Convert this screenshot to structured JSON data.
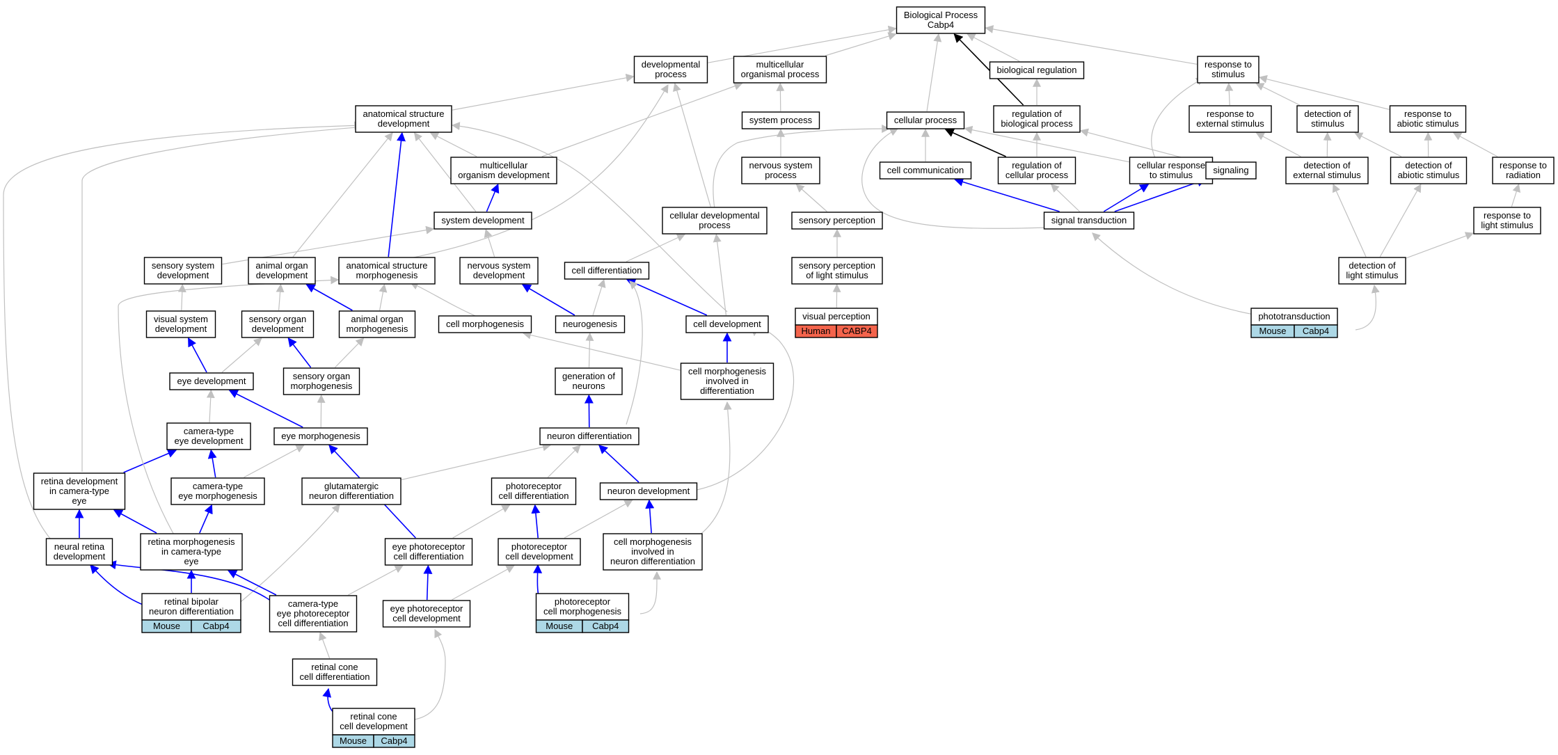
{
  "title": "Biological Process Cabp4",
  "colors": {
    "gray_edge": "#c0c0c0",
    "blue_edge": "#0000ff",
    "black_edge": "#000000",
    "mouse_fill": "#add8e6",
    "human_fill": "#f4644c"
  },
  "nodes": [
    {
      "id": "bp",
      "lines": [
        "Biological Process",
        "Cabp4"
      ]
    },
    {
      "id": "dev_proc",
      "lines": [
        "developmental",
        "process"
      ]
    },
    {
      "id": "multi_org",
      "lines": [
        "multicellular",
        "organismal process"
      ]
    },
    {
      "id": "bio_reg",
      "lines": [
        "biological regulation"
      ]
    },
    {
      "id": "resp_stim",
      "lines": [
        "response to",
        "stimulus"
      ]
    },
    {
      "id": "anat_dev",
      "lines": [
        "anatomical structure",
        "development"
      ]
    },
    {
      "id": "sys_proc",
      "lines": [
        "system process"
      ]
    },
    {
      "id": "cell_proc",
      "lines": [
        "cellular process"
      ]
    },
    {
      "id": "reg_bio",
      "lines": [
        "regulation of",
        "biological process"
      ]
    },
    {
      "id": "resp_ext",
      "lines": [
        "response to",
        "external stimulus"
      ]
    },
    {
      "id": "det_stim",
      "lines": [
        "detection of",
        "stimulus"
      ]
    },
    {
      "id": "resp_abio",
      "lines": [
        "response to",
        "abiotic stimulus"
      ]
    },
    {
      "id": "multi_dev",
      "lines": [
        "multicellular",
        "organism development"
      ]
    },
    {
      "id": "ns_proc",
      "lines": [
        "nervous system",
        "process"
      ]
    },
    {
      "id": "cell_comm",
      "lines": [
        "cell communication"
      ]
    },
    {
      "id": "reg_cell",
      "lines": [
        "regulation of",
        "cellular process"
      ]
    },
    {
      "id": "cell_resp",
      "lines": [
        "cellular response",
        "to stimulus"
      ]
    },
    {
      "id": "signaling",
      "lines": [
        "signaling"
      ]
    },
    {
      "id": "det_ext",
      "lines": [
        "detection of",
        "external stimulus"
      ]
    },
    {
      "id": "det_abio",
      "lines": [
        "detection of",
        "abiotic stimulus"
      ]
    },
    {
      "id": "resp_rad",
      "lines": [
        "response to",
        "radiation"
      ]
    },
    {
      "id": "sys_dev",
      "lines": [
        "system development"
      ]
    },
    {
      "id": "cell_dev_proc",
      "lines": [
        "cellular developmental",
        "process"
      ]
    },
    {
      "id": "sens_perc",
      "lines": [
        "sensory perception"
      ]
    },
    {
      "id": "sig_trans",
      "lines": [
        "signal transduction"
      ]
    },
    {
      "id": "resp_light",
      "lines": [
        "response to",
        "light stimulus"
      ]
    },
    {
      "id": "sens_sys_dev",
      "lines": [
        "sensory system",
        "development"
      ]
    },
    {
      "id": "animal_organ_dev",
      "lines": [
        "animal organ",
        "development"
      ]
    },
    {
      "id": "anat_morph",
      "lines": [
        "anatomical structure",
        "morphogenesis"
      ]
    },
    {
      "id": "ns_dev",
      "lines": [
        "nervous system",
        "development"
      ]
    },
    {
      "id": "cell_diff",
      "lines": [
        "cell differentiation"
      ]
    },
    {
      "id": "sens_perc_light",
      "lines": [
        "sensory perception",
        "of light stimulus"
      ]
    },
    {
      "id": "det_light",
      "lines": [
        "detection of",
        "light stimulus"
      ]
    },
    {
      "id": "vis_perc",
      "lines": [
        "visual perception"
      ],
      "annot": [
        "Human",
        "CABP4"
      ],
      "annot_color": "human"
    },
    {
      "id": "photo_trans",
      "lines": [
        "phototransduction"
      ],
      "annot": [
        "Mouse",
        "Cabp4"
      ],
      "annot_color": "mouse"
    },
    {
      "id": "vis_sys_dev",
      "lines": [
        "visual system",
        "development"
      ]
    },
    {
      "id": "sens_organ_dev",
      "lines": [
        "sensory organ",
        "development"
      ]
    },
    {
      "id": "animal_organ_morph",
      "lines": [
        "animal organ",
        "morphogenesis"
      ]
    },
    {
      "id": "cell_morph",
      "lines": [
        "cell morphogenesis"
      ]
    },
    {
      "id": "neurogenesis",
      "lines": [
        "neurogenesis"
      ]
    },
    {
      "id": "cell_dev",
      "lines": [
        "cell development"
      ]
    },
    {
      "id": "eye_dev",
      "lines": [
        "eye development"
      ]
    },
    {
      "id": "sens_organ_morph",
      "lines": [
        "sensory organ",
        "morphogenesis"
      ]
    },
    {
      "id": "gen_neurons",
      "lines": [
        "generation of",
        "neurons"
      ]
    },
    {
      "id": "cm_inv_diff",
      "lines": [
        "cell morphogenesis",
        "involved in",
        "differentiation"
      ]
    },
    {
      "id": "cam_eye_dev",
      "lines": [
        "camera-type",
        "eye development"
      ]
    },
    {
      "id": "eye_morph",
      "lines": [
        "eye morphogenesis"
      ]
    },
    {
      "id": "neuron_diff",
      "lines": [
        "neuron differentiation"
      ]
    },
    {
      "id": "retina_dev",
      "lines": [
        "retina development",
        "in camera-type",
        "eye"
      ]
    },
    {
      "id": "cam_eye_morph",
      "lines": [
        "camera-type",
        "eye morphogenesis"
      ]
    },
    {
      "id": "glut_diff",
      "lines": [
        "glutamatergic",
        "neuron differentiation"
      ]
    },
    {
      "id": "photo_diff",
      "lines": [
        "photoreceptor",
        "cell differentiation"
      ]
    },
    {
      "id": "neuron_dev",
      "lines": [
        "neuron development"
      ]
    },
    {
      "id": "neural_retina_dev",
      "lines": [
        "neural retina",
        "development"
      ]
    },
    {
      "id": "retina_morph",
      "lines": [
        "retina morphogenesis",
        "in camera-type",
        "eye"
      ]
    },
    {
      "id": "eye_photo_diff",
      "lines": [
        "eye photoreceptor",
        "cell differentiation"
      ]
    },
    {
      "id": "photo_cell_dev",
      "lines": [
        "photoreceptor",
        "cell development"
      ]
    },
    {
      "id": "cm_neuron_diff",
      "lines": [
        "cell morphogenesis",
        "involved in",
        "neuron differentiation"
      ]
    },
    {
      "id": "ret_bipolar",
      "lines": [
        "retinal bipolar",
        "neuron differentiation"
      ],
      "annot": [
        "Mouse",
        "Cabp4"
      ],
      "annot_color": "mouse"
    },
    {
      "id": "cam_eye_photo_diff",
      "lines": [
        "camera-type",
        "eye photoreceptor",
        "cell differentiation"
      ]
    },
    {
      "id": "eye_photo_dev",
      "lines": [
        "eye photoreceptor",
        "cell development"
      ]
    },
    {
      "id": "photo_cell_morph",
      "lines": [
        "photoreceptor",
        "cell morphogenesis"
      ],
      "annot": [
        "Mouse",
        "Cabp4"
      ],
      "annot_color": "mouse"
    },
    {
      "id": "ret_cone_diff",
      "lines": [
        "retinal cone",
        "cell differentiation"
      ]
    },
    {
      "id": "ret_cone_dev",
      "lines": [
        "retinal cone",
        "cell development"
      ],
      "annot": [
        "Mouse",
        "Cabp4"
      ],
      "annot_color": "mouse"
    }
  ],
  "edges": [
    {
      "from": "dev_proc",
      "to": "bp",
      "type": "is_a"
    },
    {
      "from": "multi_org",
      "to": "bp",
      "type": "is_a"
    },
    {
      "from": "bio_reg",
      "to": "bp",
      "type": "is_a"
    },
    {
      "from": "resp_stim",
      "to": "bp",
      "type": "is_a"
    },
    {
      "from": "cell_proc",
      "to": "bp",
      "type": "is_a"
    },
    {
      "from": "reg_bio",
      "to": "bp",
      "type": "regulates"
    },
    {
      "from": "anat_dev",
      "to": "dev_proc",
      "type": "is_a"
    },
    {
      "from": "sys_proc",
      "to": "multi_org",
      "type": "is_a"
    },
    {
      "from": "reg_bio",
      "to": "bio_reg",
      "type": "is_a"
    },
    {
      "from": "resp_ext",
      "to": "resp_stim",
      "type": "is_a"
    },
    {
      "from": "det_stim",
      "to": "resp_stim",
      "type": "is_a"
    },
    {
      "from": "resp_abio",
      "to": "resp_stim",
      "type": "is_a"
    },
    {
      "from": "cell_resp",
      "to": "resp_stim",
      "type": "is_a"
    },
    {
      "from": "multi_dev",
      "to": "anat_dev",
      "type": "is_a"
    },
    {
      "from": "multi_dev",
      "to": "multi_org",
      "type": "is_a"
    },
    {
      "from": "ns_proc",
      "to": "sys_proc",
      "type": "is_a"
    },
    {
      "from": "cell_comm",
      "to": "cell_proc",
      "type": "is_a"
    },
    {
      "from": "reg_cell",
      "to": "cell_proc",
      "type": "regulates"
    },
    {
      "from": "reg_cell",
      "to": "reg_bio",
      "type": "is_a"
    },
    {
      "from": "cell_resp",
      "to": "cell_proc",
      "type": "is_a"
    },
    {
      "from": "signaling",
      "to": "reg_bio",
      "type": "is_a"
    },
    {
      "from": "det_ext",
      "to": "resp_ext",
      "type": "is_a"
    },
    {
      "from": "det_ext",
      "to": "det_stim",
      "type": "is_a"
    },
    {
      "from": "det_abio",
      "to": "det_stim",
      "type": "is_a"
    },
    {
      "from": "det_abio",
      "to": "resp_abio",
      "type": "is_a"
    },
    {
      "from": "resp_rad",
      "to": "resp_abio",
      "type": "is_a"
    },
    {
      "from": "sys_dev",
      "to": "multi_dev",
      "type": "part_of"
    },
    {
      "from": "sys_dev",
      "to": "anat_dev",
      "type": "is_a"
    },
    {
      "from": "cell_dev_proc",
      "to": "dev_proc",
      "type": "is_a"
    },
    {
      "from": "cell_dev_proc",
      "to": "cell_proc",
      "type": "is_a"
    },
    {
      "from": "sens_perc",
      "to": "ns_proc",
      "type": "is_a"
    },
    {
      "from": "sig_trans",
      "to": "cell_comm",
      "type": "part_of"
    },
    {
      "from": "sig_trans",
      "to": "reg_cell",
      "type": "is_a"
    },
    {
      "from": "sig_trans",
      "to": "cell_resp",
      "type": "part_of"
    },
    {
      "from": "sig_trans",
      "to": "signaling",
      "type": "part_of"
    },
    {
      "from": "sig_trans",
      "to": "cell_proc",
      "type": "is_a"
    },
    {
      "from": "resp_light",
      "to": "resp_rad",
      "type": "is_a"
    },
    {
      "from": "sens_sys_dev",
      "to": "sys_dev",
      "type": "is_a"
    },
    {
      "from": "animal_organ_dev",
      "to": "anat_dev",
      "type": "is_a"
    },
    {
      "from": "anat_morph",
      "to": "anat_dev",
      "type": "part_of"
    },
    {
      "from": "anat_morph",
      "to": "dev_proc",
      "type": "is_a"
    },
    {
      "from": "ns_dev",
      "to": "sys_dev",
      "type": "is_a"
    },
    {
      "from": "cell_diff",
      "to": "cell_dev_proc",
      "type": "is_a"
    },
    {
      "from": "sens_perc_light",
      "to": "sens_perc",
      "type": "is_a"
    },
    {
      "from": "det_light",
      "to": "det_ext",
      "type": "is_a"
    },
    {
      "from": "det_light",
      "to": "det_abio",
      "type": "is_a"
    },
    {
      "from": "det_light",
      "to": "resp_light",
      "type": "is_a"
    },
    {
      "from": "vis_perc",
      "to": "sens_perc_light",
      "type": "is_a"
    },
    {
      "from": "photo_trans",
      "to": "det_light",
      "type": "is_a"
    },
    {
      "from": "photo_trans",
      "to": "sig_trans",
      "type": "is_a"
    },
    {
      "from": "vis_sys_dev",
      "to": "sens_sys_dev",
      "type": "is_a"
    },
    {
      "from": "sens_organ_dev",
      "to": "animal_organ_dev",
      "type": "is_a"
    },
    {
      "from": "animal_organ_morph",
      "to": "animal_organ_dev",
      "type": "part_of"
    },
    {
      "from": "animal_organ_morph",
      "to": "anat_morph",
      "type": "is_a"
    },
    {
      "from": "cell_morph",
      "to": "anat_morph",
      "type": "is_a"
    },
    {
      "from": "neurogenesis",
      "to": "ns_dev",
      "type": "part_of"
    },
    {
      "from": "neurogenesis",
      "to": "cell_diff",
      "type": "is_a"
    },
    {
      "from": "cell_dev",
      "to": "cell_diff",
      "type": "part_of"
    },
    {
      "from": "cell_dev",
      "to": "cell_dev_proc",
      "type": "is_a"
    },
    {
      "from": "cell_dev",
      "to": "anat_dev",
      "type": "is_a"
    },
    {
      "from": "eye_dev",
      "to": "vis_sys_dev",
      "type": "part_of"
    },
    {
      "from": "eye_dev",
      "to": "sens_organ_dev",
      "type": "is_a"
    },
    {
      "from": "sens_organ_morph",
      "to": "sens_organ_dev",
      "type": "part_of"
    },
    {
      "from": "sens_organ_morph",
      "to": "animal_organ_morph",
      "type": "is_a"
    },
    {
      "from": "gen_neurons",
      "to": "neurogenesis",
      "type": "is_a"
    },
    {
      "from": "cm_inv_diff",
      "to": "cell_morph",
      "type": "is_a"
    },
    {
      "from": "cm_inv_diff",
      "to": "cell_dev",
      "type": "part_of"
    },
    {
      "from": "cam_eye_dev",
      "to": "eye_dev",
      "type": "is_a"
    },
    {
      "from": "eye_morph",
      "to": "eye_dev",
      "type": "part_of"
    },
    {
      "from": "eye_morph",
      "to": "sens_organ_morph",
      "type": "is_a"
    },
    {
      "from": "neuron_diff",
      "to": "gen_neurons",
      "type": "part_of"
    },
    {
      "from": "neuron_diff",
      "to": "cell_diff",
      "type": "is_a"
    },
    {
      "from": "retina_dev",
      "to": "cam_eye_dev",
      "type": "part_of"
    },
    {
      "from": "retina_dev",
      "to": "anat_dev",
      "type": "is_a"
    },
    {
      "from": "cam_eye_morph",
      "to": "cam_eye_dev",
      "type": "part_of"
    },
    {
      "from": "cam_eye_morph",
      "to": "eye_morph",
      "type": "is_a"
    },
    {
      "from": "glut_diff",
      "to": "neuron_diff",
      "type": "is_a"
    },
    {
      "from": "photo_diff",
      "to": "neuron_diff",
      "type": "is_a"
    },
    {
      "from": "neuron_dev",
      "to": "neuron_diff",
      "type": "part_of"
    },
    {
      "from": "neuron_dev",
      "to": "cell_dev",
      "type": "is_a"
    },
    {
      "from": "neural_retina_dev",
      "to": "retina_dev",
      "type": "part_of"
    },
    {
      "from": "neural_retina_dev",
      "to": "anat_dev",
      "type": "is_a"
    },
    {
      "from": "retina_morph",
      "to": "retina_dev",
      "type": "part_of"
    },
    {
      "from": "retina_morph",
      "to": "cam_eye_morph",
      "type": "part_of"
    },
    {
      "from": "retina_morph",
      "to": "anat_morph",
      "type": "is_a"
    },
    {
      "from": "eye_photo_diff",
      "to": "eye_morph",
      "type": "part_of"
    },
    {
      "from": "eye_photo_diff",
      "to": "photo_diff",
      "type": "is_a"
    },
    {
      "from": "photo_cell_dev",
      "to": "photo_diff",
      "type": "part_of"
    },
    {
      "from": "photo_cell_dev",
      "to": "neuron_dev",
      "type": "is_a"
    },
    {
      "from": "cm_neuron_diff",
      "to": "neuron_dev",
      "type": "part_of"
    },
    {
      "from": "cm_neuron_diff",
      "to": "cm_inv_diff",
      "type": "is_a"
    },
    {
      "from": "ret_bipolar",
      "to": "retina_morph",
      "type": "part_of"
    },
    {
      "from": "ret_bipolar",
      "to": "neural_retina_dev",
      "type": "part_of"
    },
    {
      "from": "ret_bipolar",
      "to": "glut_diff",
      "type": "is_a"
    },
    {
      "from": "cam_eye_photo_diff",
      "to": "neural_retina_dev",
      "type": "part_of"
    },
    {
      "from": "cam_eye_photo_diff",
      "to": "retina_morph",
      "type": "part_of"
    },
    {
      "from": "cam_eye_photo_diff",
      "to": "eye_photo_diff",
      "type": "is_a"
    },
    {
      "from": "eye_photo_dev",
      "to": "eye_photo_diff",
      "type": "part_of"
    },
    {
      "from": "eye_photo_dev",
      "to": "photo_cell_dev",
      "type": "is_a"
    },
    {
      "from": "photo_cell_morph",
      "to": "photo_cell_dev",
      "type": "part_of"
    },
    {
      "from": "photo_cell_morph",
      "to": "cm_neuron_diff",
      "type": "is_a"
    },
    {
      "from": "ret_cone_diff",
      "to": "cam_eye_photo_diff",
      "type": "is_a"
    },
    {
      "from": "ret_cone_dev",
      "to": "ret_cone_diff",
      "type": "part_of"
    },
    {
      "from": "ret_cone_dev",
      "to": "eye_photo_dev",
      "type": "is_a"
    }
  ]
}
